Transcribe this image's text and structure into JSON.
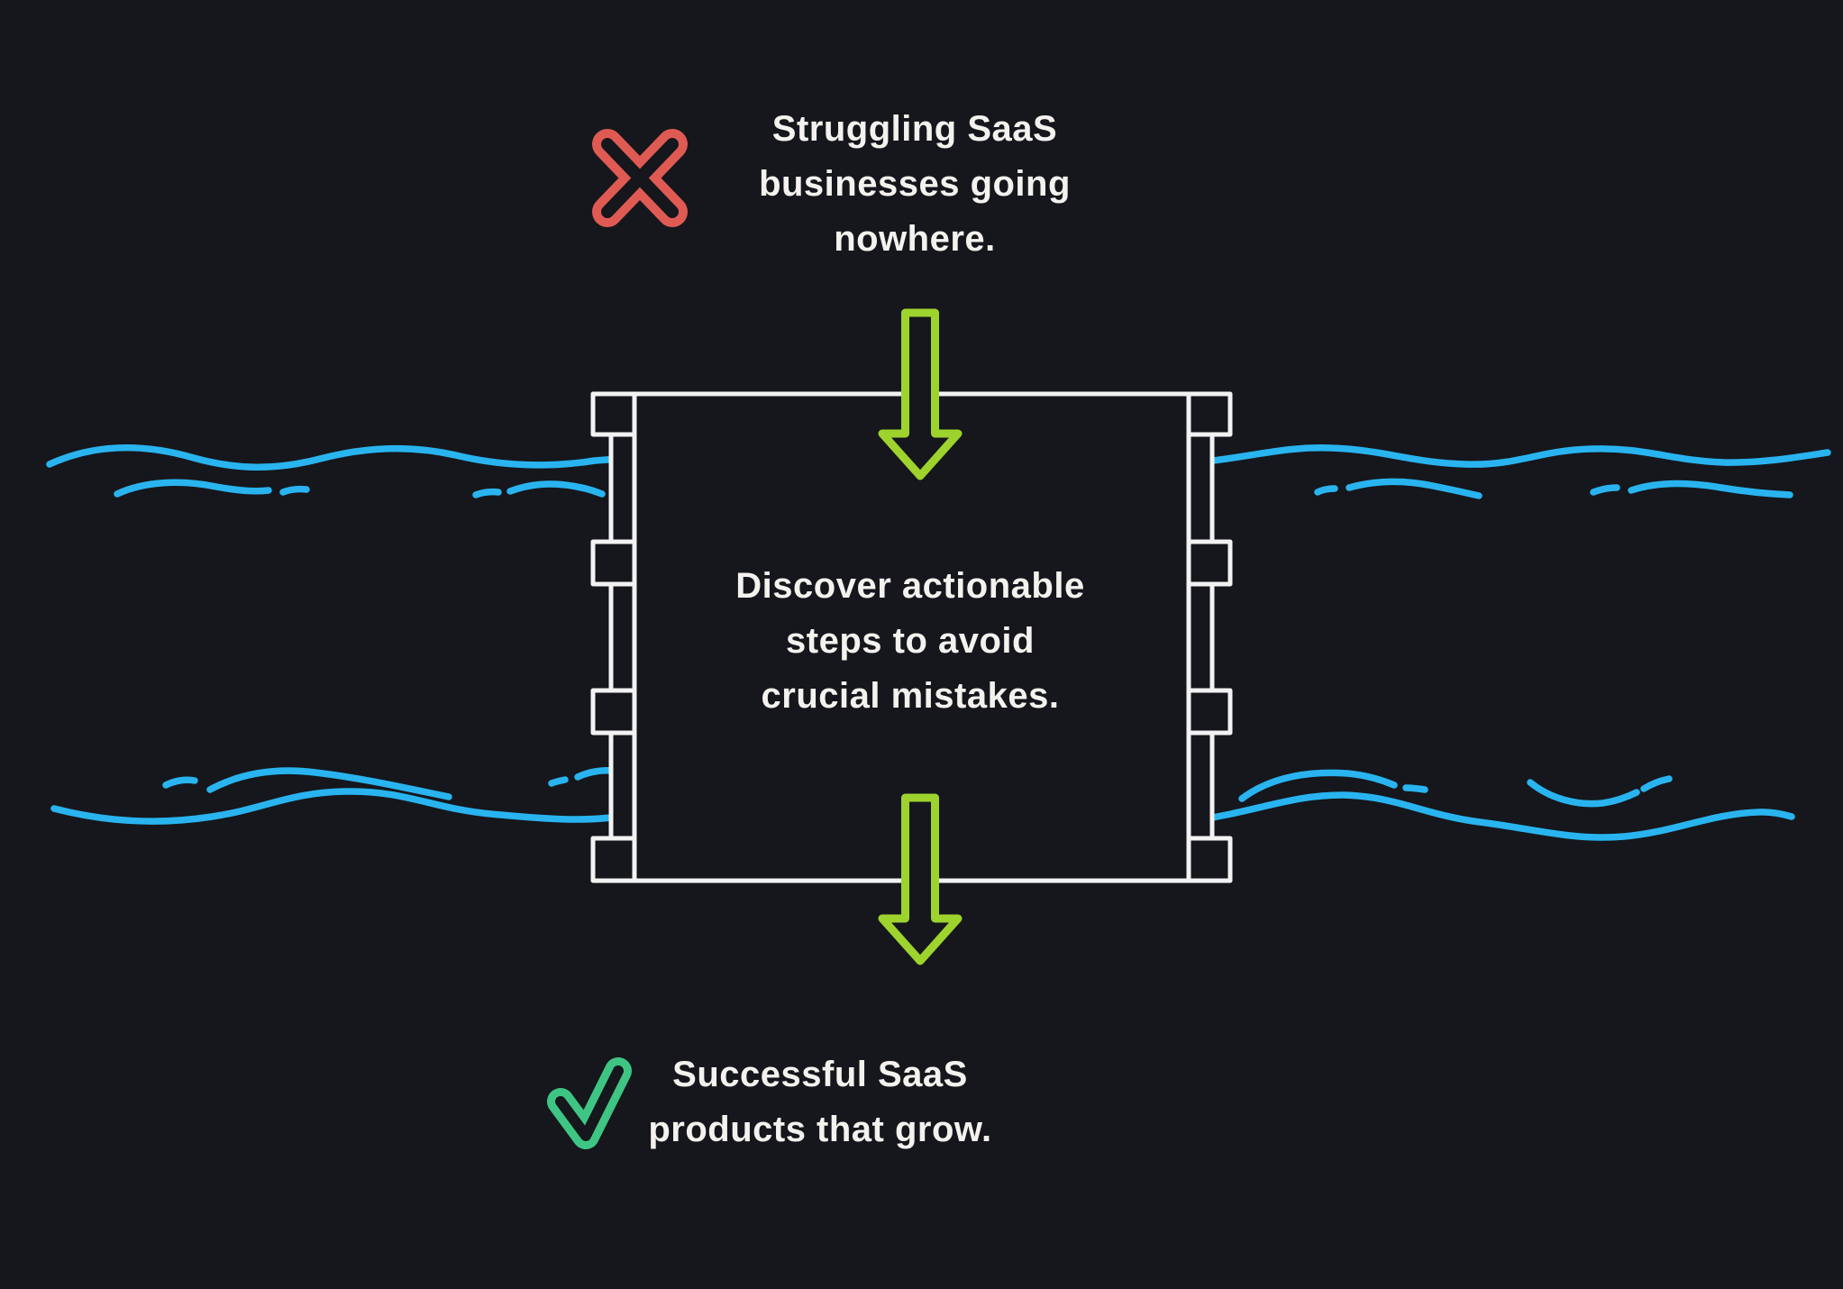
{
  "canvas": {
    "background": "#15171c"
  },
  "colors": {
    "line_white": "#f2f2f2",
    "wave_blue": "#29b4f0",
    "arrow_green": "#9ed32e",
    "check_green": "#3fc583",
    "cross_red": "#e05a54",
    "text_white": "#f4f2ee"
  },
  "top_section": {
    "icon": "cross-icon",
    "lines": [
      "Struggling SaaS",
      "businesses going",
      "nowhere."
    ]
  },
  "middle_section": {
    "icon": "down-arrow-icon",
    "lines": [
      "Discover actionable",
      "steps to avoid",
      "crucial mistakes."
    ]
  },
  "bottom_section": {
    "icon": "check-icon",
    "lines": [
      "Successful SaaS",
      "products that grow."
    ]
  }
}
